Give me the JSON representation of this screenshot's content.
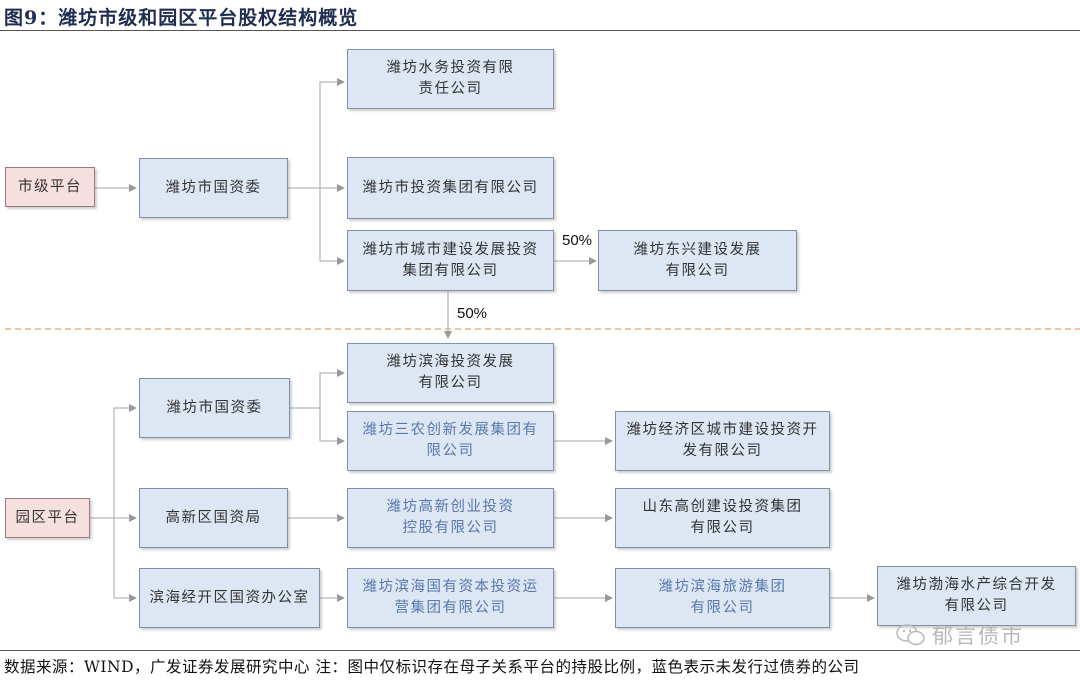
{
  "title": "图9：潍坊市级和园区平台股权结构概览",
  "sections": {
    "city_label": "市级平台",
    "park_label": "园区平台"
  },
  "nodes": {
    "city_sasac": "潍坊市国资委",
    "water": "潍坊水务投资有限\n责任公司",
    "invest_group": "潍坊市投资集团有限公司",
    "urban_build": "潍坊市城市建设发展投资\n集团有限公司",
    "dongxing": "潍坊东兴建设发展\n有限公司",
    "park_sasac": "潍坊市国资委",
    "binhai_invest": "潍坊滨海投资发展\n有限公司",
    "sannong": "潍坊三农创新发展集团有\n限公司",
    "econ_zone": "潍坊经济区城市建设投资开\n发有限公司",
    "hightech_bureau": "高新区国资局",
    "gaoxin_venture": "潍坊高新创业投资\n控股有限公司",
    "shandong_gaochuang": "山东高创建设投资集团\n有限公司",
    "binhai_office": "滨海经开区国资办公室",
    "binhai_capital": "潍坊滨海国有资本投资运\n营集团有限公司",
    "binhai_tourism": "潍坊滨海旅游集团\n有限公司",
    "bohai_aqua": "潍坊渤海水产综合开发\n有限公司"
  },
  "percentages": {
    "dongxing_share": "50%",
    "lower_share": "50%"
  },
  "footer": "数据来源：WIND，广发证券发展研究中心    注：图中仅标识存在母子关系平台的持股比例，蓝色表示未发行过债券的公司",
  "watermark": "郁言债市",
  "colors": {
    "box_fill": "#dde7f3",
    "label_fill": "#f5dfdf",
    "unissued_text": "#5a78ad",
    "divider": "#e8a060"
  }
}
